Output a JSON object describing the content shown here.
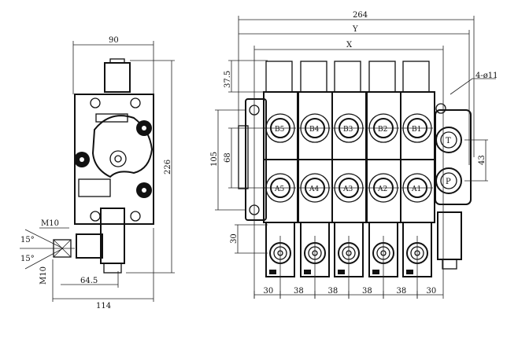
{
  "side_view": {
    "dim_width": "90",
    "dim_height": "226",
    "dim_total": "114",
    "dim_offset": "64.5",
    "thread_top": "M10",
    "thread_bottom": "M10",
    "angle_top": "15°",
    "angle_bottom": "15°"
  },
  "front_view": {
    "dim_overall": "264",
    "dim_y": "Y",
    "dim_x": "X",
    "dim_coil": "37.5",
    "dim_105": "105",
    "dim_68": "68",
    "dim_43": "43",
    "dim_30_left": "30",
    "mount_holes": "4-ø11",
    "port_t": "T",
    "port_p": "P",
    "b_ports": [
      "B5",
      "B4",
      "B3",
      "B2",
      "B1"
    ],
    "a_ports": [
      "A5",
      "A4",
      "A3",
      "A2",
      "A1"
    ],
    "pitch_dims": [
      "30",
      "38",
      "38",
      "38",
      "38",
      "30"
    ]
  }
}
